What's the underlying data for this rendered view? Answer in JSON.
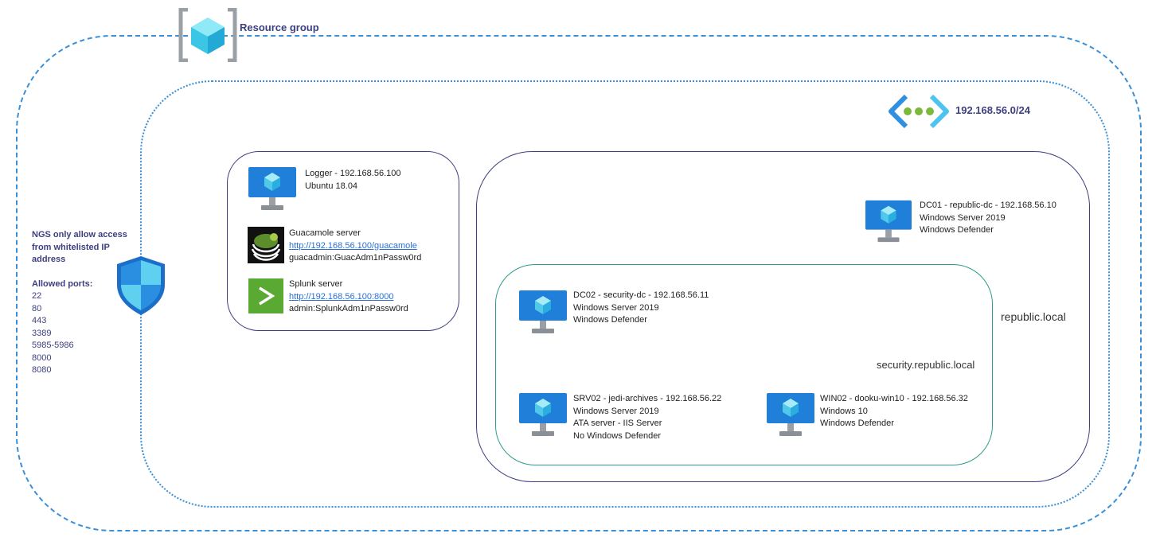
{
  "resource_group": {
    "label": "Resource group"
  },
  "vnet": {
    "cidr": "192.168.56.0/24"
  },
  "nsg": {
    "title_lines": [
      "NGS only allow access",
      "from whitelisted IP",
      "address"
    ],
    "ports_title": "Allowed ports:",
    "ports": [
      "22",
      "80",
      "443",
      "3389",
      "5985-5986",
      "8000",
      "8080"
    ]
  },
  "logger_group": {
    "logger": {
      "title": "Logger - 192.168.56.100",
      "os": "Ubuntu 18.04"
    },
    "guacamole": {
      "title": "Guacamole server",
      "url": "http://192.168.56.100/guacamole",
      "creds": "guacadmin:GuacAdm1nPassw0rd"
    },
    "splunk": {
      "title": "Splunk server",
      "url": "http://192.168.56.100:8000",
      "creds": "admin:SplunkAdm1nPassw0rd"
    }
  },
  "republic": {
    "domain": "republic.local",
    "dc01": {
      "title": "DC01 - republic-dc - 192.168.56.10",
      "os": "Windows Server 2019",
      "av": "Windows Defender"
    }
  },
  "security": {
    "domain": "security.republic.local",
    "dc02": {
      "title": "DC02 - security-dc - 192.168.56.11",
      "os": "Windows Server 2019",
      "av": "Windows Defender"
    },
    "srv02": {
      "title": "SRV02 - jedi-archives - 192.168.56.22",
      "os": "Windows Server 2019",
      "role": "ATA server - IIS Server",
      "av": "No Windows Defender"
    },
    "win02": {
      "title": "WIN02 - dooku-win10 - 192.168.56.32",
      "os": "Windows 10",
      "av": "Windows Defender"
    }
  },
  "colors": {
    "accent_dark": "#3d3f7f",
    "dashed_blue": "#3a8fd6",
    "security_green": "#2e9c8a",
    "vm_blue": "#1f7fd9",
    "link_blue": "#2a6fd6"
  }
}
